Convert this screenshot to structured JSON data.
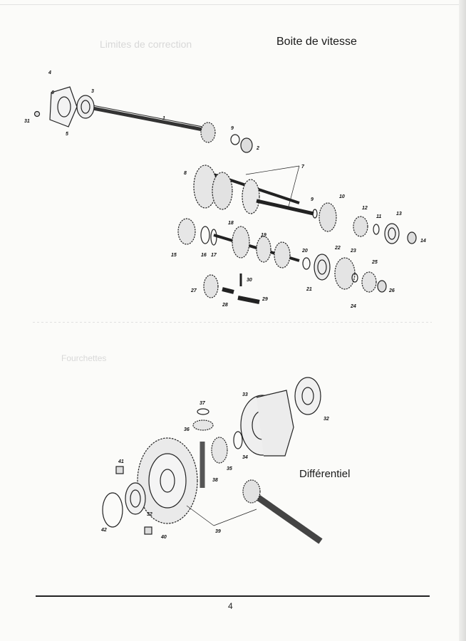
{
  "header": {
    "title": "Boite de vitesse",
    "ghost_text": "Limites de correction"
  },
  "middle": {
    "ghost_text": "Fourchettes"
  },
  "lower": {
    "title": "Différentiel"
  },
  "footer": {
    "page_number": "4"
  },
  "gearbox_callouts": [
    "1",
    "2",
    "3",
    "4",
    "5",
    "6",
    "7",
    "8",
    "9",
    "9",
    "10",
    "11",
    "12",
    "13",
    "14",
    "15",
    "16",
    "17",
    "18",
    "19",
    "20",
    "21",
    "22",
    "23",
    "24",
    "25",
    "26",
    "27",
    "28",
    "29",
    "30",
    "31"
  ],
  "differential_callouts": [
    "32",
    "32",
    "33",
    "34",
    "35",
    "36",
    "37",
    "38",
    "39",
    "40",
    "41",
    "42"
  ]
}
